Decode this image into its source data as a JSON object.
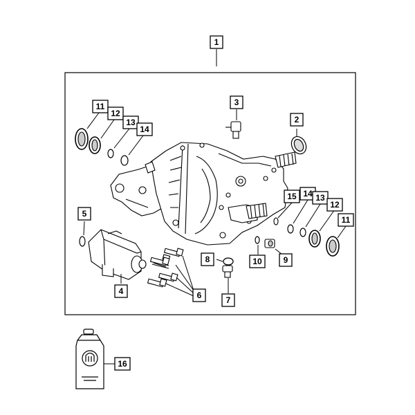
{
  "callouts": [
    {
      "id": "c1",
      "label": "1"
    },
    {
      "id": "c2",
      "label": "2"
    },
    {
      "id": "c3",
      "label": "3"
    },
    {
      "id": "c4",
      "label": "4"
    },
    {
      "id": "c5",
      "label": "5"
    },
    {
      "id": "c6",
      "label": "6"
    },
    {
      "id": "c7",
      "label": "7"
    },
    {
      "id": "c8",
      "label": "8"
    },
    {
      "id": "c9",
      "label": "9"
    },
    {
      "id": "c10",
      "label": "10"
    },
    {
      "id": "c11a",
      "label": "11"
    },
    {
      "id": "c12a",
      "label": "12"
    },
    {
      "id": "c13a",
      "label": "13"
    },
    {
      "id": "c14a",
      "label": "14"
    },
    {
      "id": "c15",
      "label": "15"
    },
    {
      "id": "c14b",
      "label": "14"
    },
    {
      "id": "c13b",
      "label": "13"
    },
    {
      "id": "c12b",
      "label": "12"
    },
    {
      "id": "c11b",
      "label": "11"
    },
    {
      "id": "c16",
      "label": "16"
    }
  ]
}
